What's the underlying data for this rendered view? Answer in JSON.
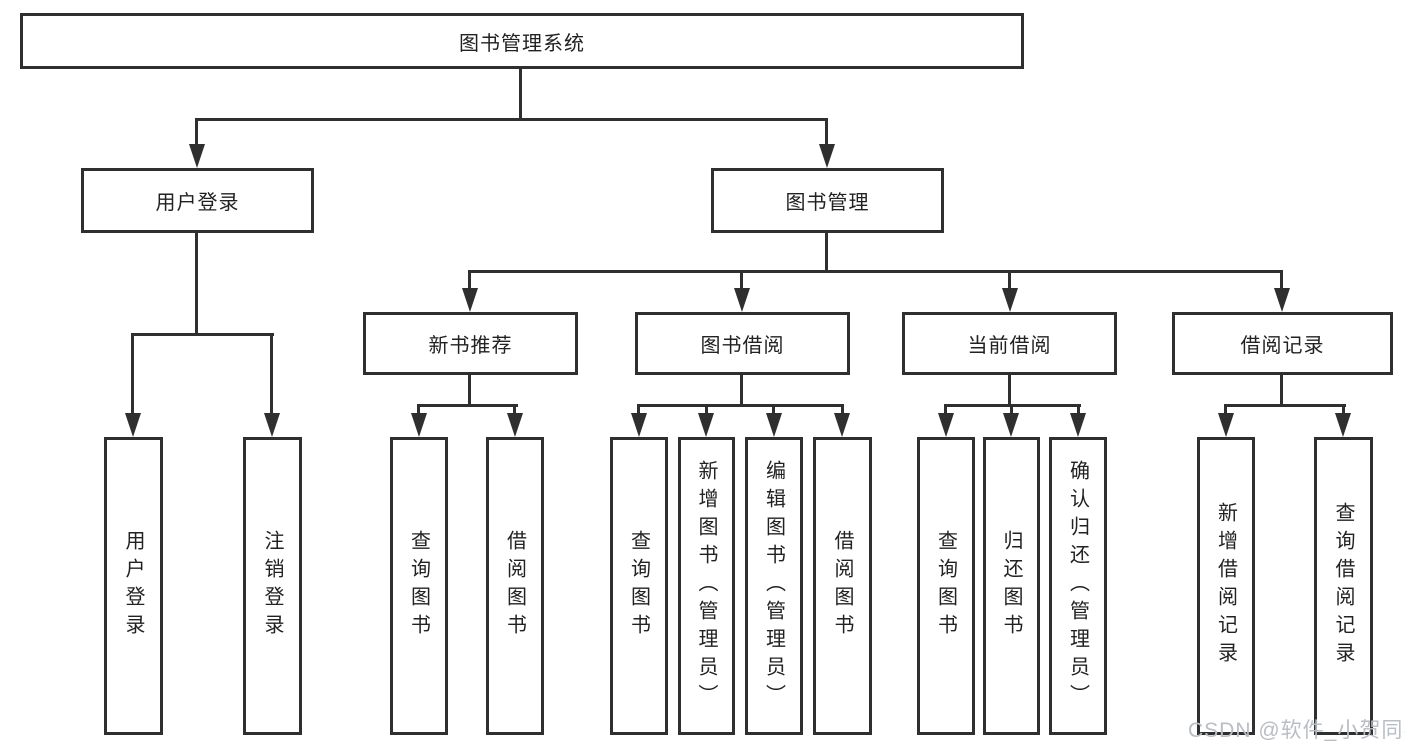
{
  "tree": {
    "root": {
      "label": "图书管理系统"
    },
    "branches": [
      {
        "label": "用户登录",
        "children": [
          {
            "label": "用户登录"
          },
          {
            "label": "注销登录"
          }
        ]
      },
      {
        "label": "图书管理",
        "children": [
          {
            "label": "新书推荐",
            "children": [
              {
                "label": "查询图书"
              },
              {
                "label": "借阅图书"
              }
            ]
          },
          {
            "label": "图书借阅",
            "children": [
              {
                "label": "查询图书"
              },
              {
                "label": "新增图书（管理员）"
              },
              {
                "label": "编辑图书（管理员）"
              },
              {
                "label": "借阅图书"
              }
            ]
          },
          {
            "label": "当前借阅",
            "children": [
              {
                "label": "查询图书"
              },
              {
                "label": "归还图书"
              },
              {
                "label": "确认归还（管理员）"
              }
            ]
          },
          {
            "label": "借阅记录",
            "children": [
              {
                "label": "新增借阅记录"
              },
              {
                "label": "查询借阅记录"
              }
            ]
          }
        ]
      }
    ]
  },
  "watermark": {
    "text": "CSDN @软件_小贺同学"
  },
  "colors": {
    "line": "#2f2f2f",
    "text": "#222222",
    "background": "#ffffff",
    "watermark": "#b9bdc4"
  }
}
